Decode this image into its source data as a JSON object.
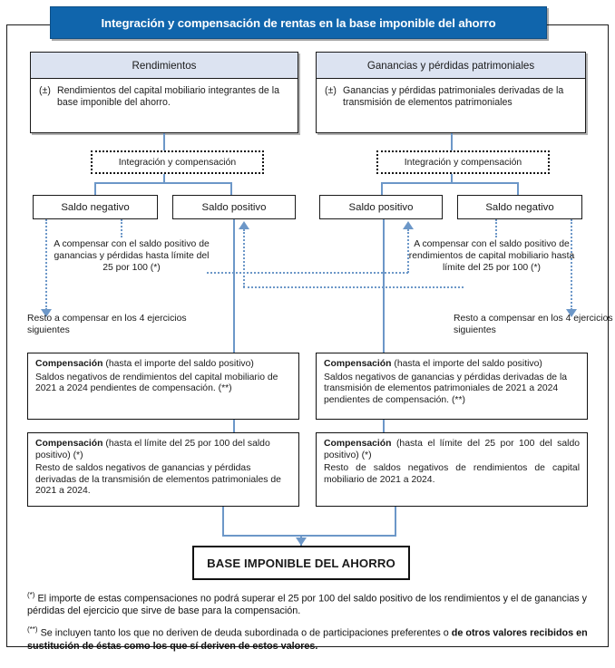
{
  "title": "Integración y compensación de rentas en la base imponible del ahorro",
  "columns": {
    "left": {
      "header": "Rendimientos",
      "sign": "(±)",
      "body": "Rendimientos del capital mobiliario integrantes de la base imponible del ahorro.",
      "integration_label": "Integración y compensación",
      "balance_negative": "Saldo negativo",
      "balance_positive": "Saldo positivo",
      "offset_note": "A compensar con el saldo positivo de ganancias y pérdidas hasta límite del 25 por 100 (*)",
      "carryforward_note": "Resto a compensar en los 4 ejercicios siguientes",
      "comp1_lead": "Compensación",
      "comp1_paren": "(hasta el importe del saldo positivo)",
      "comp1_body": "Saldos negativos de rendimientos del capital mobiliario de 2021 a 2024 pendientes de compensación. (**)",
      "comp2_lead": "Compensación",
      "comp2_paren": "(hasta el límite del 25 por 100 del saldo positivo) (*)",
      "comp2_body": "Resto de saldos negativos de ganancias y pérdidas derivadas de la transmisión de elementos patrimoniales de 2021 a 2024."
    },
    "right": {
      "header": "Ganancias y pérdidas patrimoniales",
      "sign": "(±)",
      "body": "Ganancias y pérdidas patrimoniales derivadas de la transmisión de elementos patrimoniales",
      "integration_label": "Integración y compensación",
      "balance_positive": "Saldo positivo",
      "balance_negative": "Saldo negativo",
      "offset_note": "A compensar con el saldo positivo de rendimientos de capital mobiliario hasta límite del 25 por 100 (*)",
      "carryforward_note": "Resto a compensar en los 4 ejercicios siguientes",
      "comp1_lead": "Compensación",
      "comp1_paren": "(hasta el importe del saldo positivo)",
      "comp1_body": "Saldos negativos de ganancias y pérdidas derivadas de la transmisión de elementos patrimoniales de 2021 a 2024 pendientes de compensación. (**)",
      "comp2_lead": "Compensación",
      "comp2_paren": "(hasta el límite del 25 por 100 del saldo positivo) (*)",
      "comp2_body": "Resto de saldos negativos de rendimientos de capital mobiliario de 2021 a 2024."
    }
  },
  "result": {
    "label": "BASE IMPONIBLE DEL AHORRO"
  },
  "footnotes": [
    {
      "mark": "(*)",
      "text": "El importe de estas compensaciones no podrá superar el 25 por 100 del saldo positivo de los rendimientos y el de ganancias y pérdidas del ejercicio que sirve de base para la compensación.",
      "bold": false
    },
    {
      "mark": "(**)",
      "text_normal": "Se incluyen tanto los que no deriven de deuda subordinada o de participaciones preferentes o ",
      "text_bold": "de otros valores recibidos en sustitución de éstas como los que sí deriven de estos valores.",
      "bold": true
    }
  ],
  "colors": {
    "title_banner": "#1065AC",
    "column_header": "#DCE3F1",
    "connector": "#6C97C8",
    "border": "#1a1a1a"
  }
}
